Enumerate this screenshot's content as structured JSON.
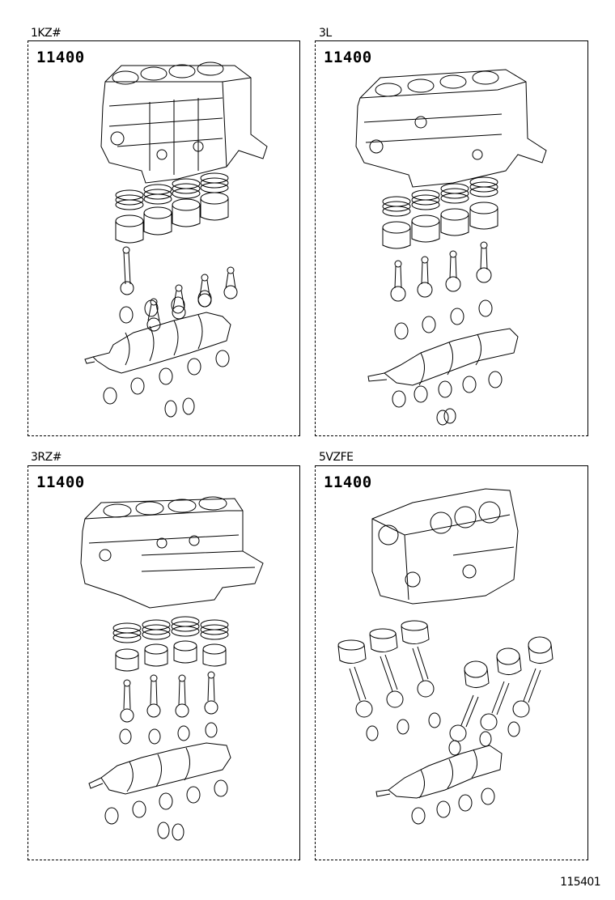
{
  "diagram": {
    "type": "parts-illustration",
    "subject": "Engine short block assemblies",
    "footer_id": "115401",
    "panels": [
      {
        "engine_code": "1KZ#",
        "part_number": "11400",
        "components": [
          "cylinder-block",
          "piston-rings x4",
          "pistons x4",
          "connecting-rods x4",
          "rod-bearings x4",
          "crankshaft",
          "main-bearings x5",
          "thrust-washers x2"
        ]
      },
      {
        "engine_code": "3L",
        "part_number": "11400",
        "components": [
          "cylinder-block",
          "piston-rings x4",
          "pistons x4",
          "connecting-rods x4",
          "rod-bearings x4",
          "crankshaft",
          "main-bearings x5",
          "thrust-washers x2"
        ]
      },
      {
        "engine_code": "3RZ#",
        "part_number": "11400",
        "components": [
          "cylinder-block",
          "piston-rings x4",
          "pistons x4",
          "connecting-rods x4",
          "rod-bearings x4",
          "crankshaft",
          "main-bearings x5",
          "thrust-washers x2"
        ]
      },
      {
        "engine_code": "5VZFE",
        "part_number": "11400",
        "components": [
          "v6-cylinder-block",
          "pistons x6",
          "connecting-rods x6",
          "rod-bearings x6",
          "crankshaft",
          "main-bearings x4"
        ]
      }
    ]
  }
}
